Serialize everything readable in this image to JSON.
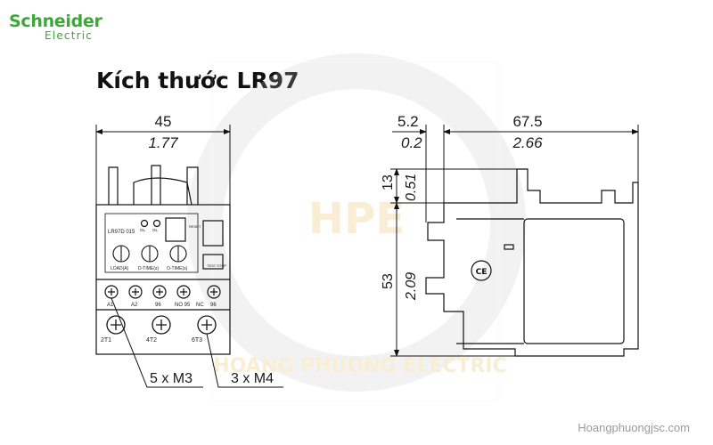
{
  "brand": {
    "name": "Schneider",
    "sub": "Electric",
    "color": "#3aa935"
  },
  "title": "Kích thước LR97",
  "dimensions": {
    "front_width_mm": "45",
    "front_width_in": "1.77",
    "side_offset_mm": "5.2",
    "side_offset_in": "0.2",
    "side_depth_mm": "67.5",
    "side_depth_in": "2.66",
    "top_height_mm": "13",
    "top_height_in": "0.51",
    "body_height_mm": "53",
    "body_height_in": "2.09"
  },
  "callouts": {
    "terminal_small": "5 x M3",
    "terminal_large": "3 x M4"
  },
  "device": {
    "model": "LR97D 015",
    "dial_labels": [
      "LOAD(A)",
      "D-TIME(s)",
      "O-TIME(s)"
    ],
    "small_labels": [
      "OL",
      "OL"
    ],
    "reset_label": "RESET",
    "test_label": "TEST STOP",
    "upper_terminals": [
      "A1",
      "A2",
      "96",
      "NO 95",
      "NC",
      "96"
    ],
    "lower_terminals": [
      "2T1",
      "4T2",
      "6T3"
    ]
  },
  "watermark": {
    "logo": "HPE",
    "text": "HOANG PHUONG ELECTRIC"
  },
  "footer": "Hoangphuongjsc.com"
}
